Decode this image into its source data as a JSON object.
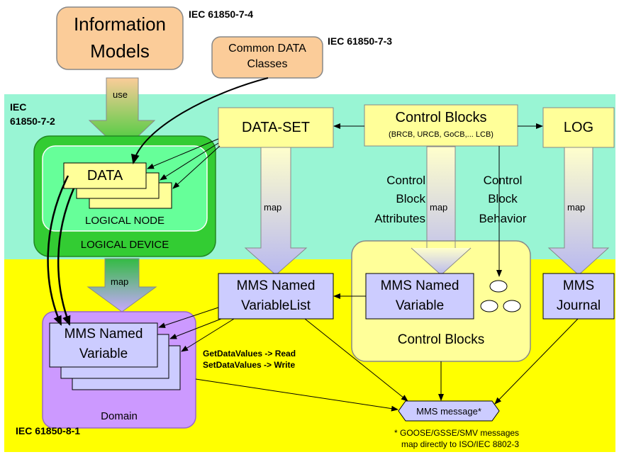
{
  "standards": {
    "s74": "IEC 61850-7-4",
    "s73": "IEC 61850-7-3",
    "s72_line1": "IEC",
    "s72_line2": "61850-7-2",
    "s81": "IEC 61850-8-1"
  },
  "boxes": {
    "info_models_line1": "Information",
    "info_models_line2": "Models",
    "common_data_line1": "Common DATA",
    "common_data_line2": "Classes",
    "data_set": "DATA-SET",
    "control_blocks_title": "Control Blocks",
    "control_blocks_sub": "(BRCB, URCB, GoCB,... LCB)",
    "log": "LOG",
    "data": "DATA",
    "logical_node": "LOGICAL NODE",
    "logical_device": "LOGICAL DEVICE",
    "mms_named_variablelist_line1": "MMS Named",
    "mms_named_variablelist_line2": "VariableList",
    "mms_named_variable_cb_line1": "MMS Named",
    "mms_named_variable_cb_line2": "Variable",
    "control_blocks_container": "Control Blocks",
    "mms_journal_line1": "MMS",
    "mms_journal_line2": "Journal",
    "mms_named_variable_dom_line1": "MMS Named",
    "mms_named_variable_dom_line2": "Variable",
    "domain": "Domain",
    "mms_message": "MMS message*"
  },
  "labels": {
    "use": "use",
    "map": "map",
    "cb_attributes_line1": "Control",
    "cb_attributes_line2": "Block",
    "cb_attributes_line3": "Attributes",
    "cb_behavior_line1": "Control",
    "cb_behavior_line2": "Block",
    "cb_behavior_line3": "Behavior",
    "get_data": "GetDataValues -> Read",
    "set_data": "SetDataValues -> Write",
    "footnote_line1": "* GOOSE/GSSE/SMV messages",
    "footnote_line2": "map directly to ISO/IEC 8802-3"
  },
  "colors": {
    "band_mint": "#99f5d4",
    "band_yellow": "#ffff00",
    "orange_box": "#fbcc99",
    "pale_yellow": "#ffff99",
    "lavender": "#ccccff",
    "purple": "#cc99ff",
    "dark_green": "#33cc33",
    "light_green": "#66ff99"
  }
}
